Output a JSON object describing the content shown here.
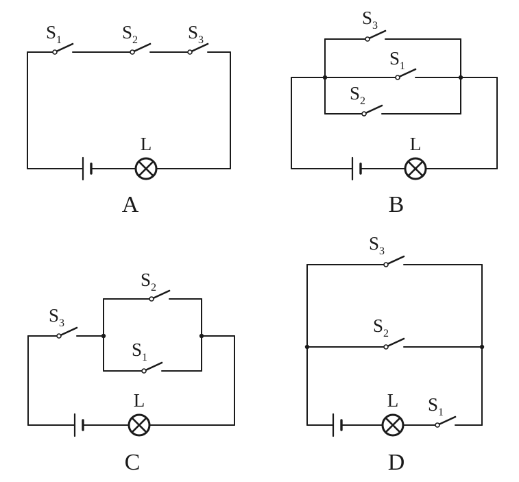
{
  "diagrams": {
    "A": {
      "caption": "A",
      "lamp_label": "L",
      "switches": [
        {
          "letter": "S",
          "sub": "1"
        },
        {
          "letter": "S",
          "sub": "2"
        },
        {
          "letter": "S",
          "sub": "3"
        }
      ]
    },
    "B": {
      "caption": "B",
      "lamp_label": "L",
      "switches": [
        {
          "letter": "S",
          "sub": "3"
        },
        {
          "letter": "S",
          "sub": "1"
        },
        {
          "letter": "S",
          "sub": "2"
        }
      ]
    },
    "C": {
      "caption": "C",
      "lamp_label": "L",
      "switches": [
        {
          "letter": "S",
          "sub": "3"
        },
        {
          "letter": "S",
          "sub": "2"
        },
        {
          "letter": "S",
          "sub": "1"
        }
      ]
    },
    "D": {
      "caption": "D",
      "lamp_label": "L",
      "switches": [
        {
          "letter": "S",
          "sub": "3"
        },
        {
          "letter": "S",
          "sub": "2"
        },
        {
          "letter": "S",
          "sub": "1"
        }
      ]
    }
  }
}
